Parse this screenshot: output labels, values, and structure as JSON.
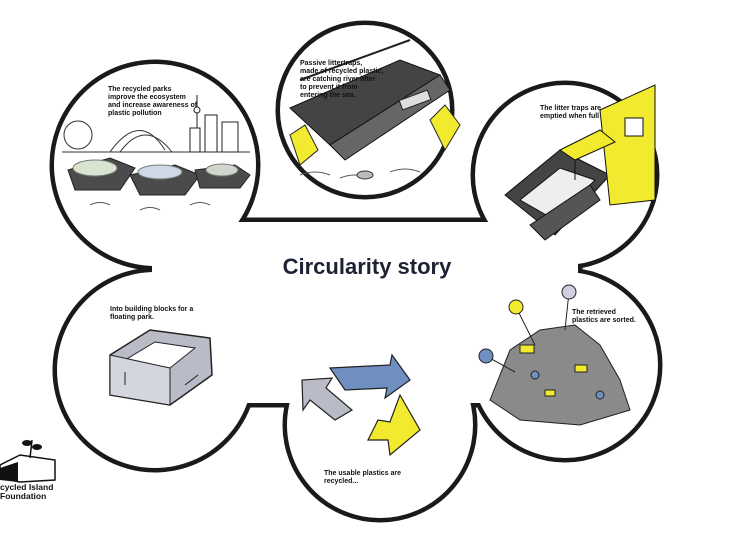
{
  "title": "Circularity story",
  "steps": [
    {
      "id": "parks",
      "text": "The  recycled parks\nimprove the ecosystem\nand increase awareness of\nplastic pollution"
    },
    {
      "id": "littertraps",
      "text": "Passive littertraps,\nmade of recycled plastic,\nare catching  river litter\nto prevent it from\nentering the sea."
    },
    {
      "id": "emptied",
      "text": "The litter traps are\nemptied when full"
    },
    {
      "id": "sorted",
      "text": "The retrieved\nplastics are sorted."
    },
    {
      "id": "recycled",
      "text": "The usable plastics are\nrecycled..."
    },
    {
      "id": "blocks",
      "text": "Into building blocks for a\nfloating park."
    }
  ],
  "logo": {
    "text": "cycled Island\nFoundation",
    "icon": "sprout-block-logo"
  },
  "colors": {
    "outline": "#1a1a1a",
    "yellow": "#f2ea2e",
    "blue": "#6f8fc0",
    "grey": "#b9bcc6",
    "dark": "#3a3a3a",
    "title": "#1d2133"
  }
}
